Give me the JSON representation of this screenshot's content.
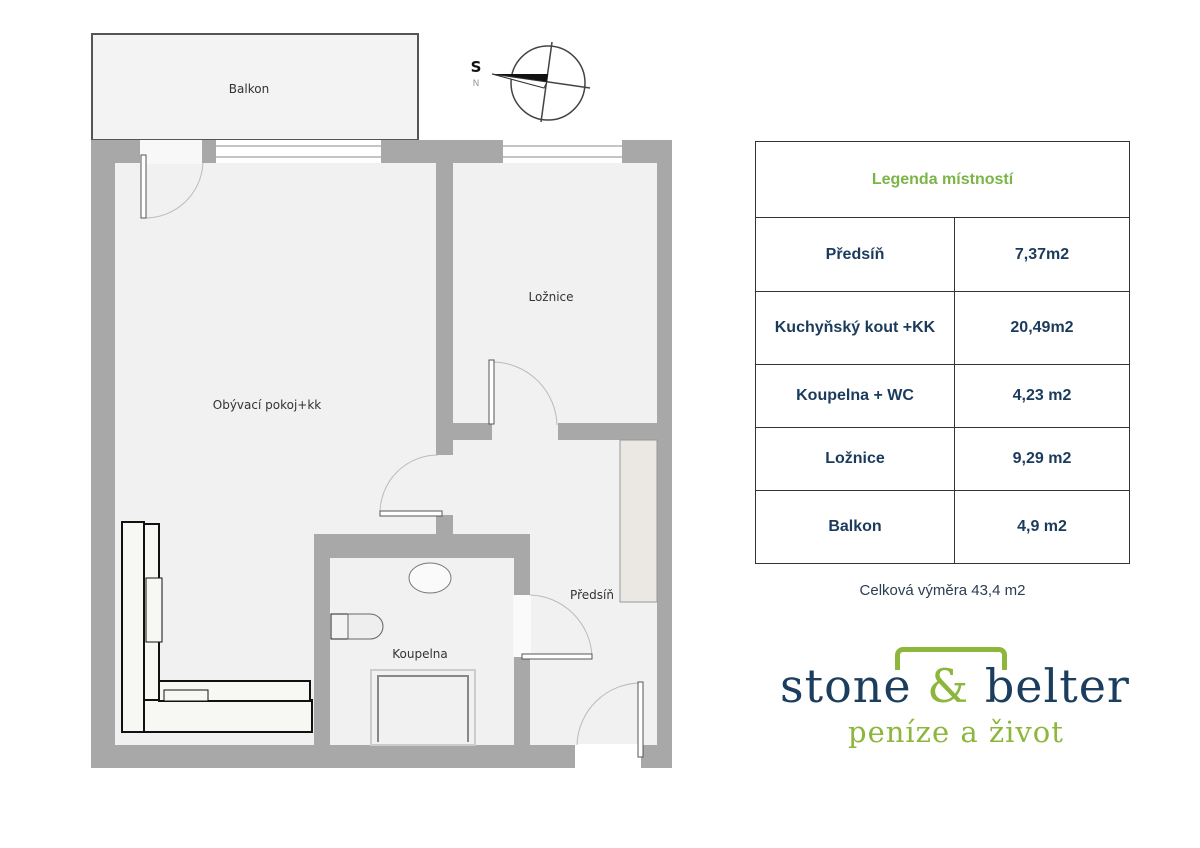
{
  "rooms": {
    "balkon": "Balkon",
    "obyvaci": "Obývací pokoj+kk",
    "loznice": "Ložnice",
    "koupelna": "Koupelna",
    "predsin": "Předsíň"
  },
  "compass": {
    "south": "S",
    "north": "N"
  },
  "legend": {
    "title": "Legenda místností",
    "rows": [
      {
        "room": "Předsíň",
        "area": "7,37m2"
      },
      {
        "room": "Kuchyňský kout +KK",
        "area": "20,49m2"
      },
      {
        "room": "Koupelna + WC",
        "area": "4,23 m2"
      },
      {
        "room": "Ložnice",
        "area": "9,29 m2"
      },
      {
        "room": "Balkon",
        "area": "4,9 m2"
      }
    ],
    "total": "Celková výměra 43,4 m2"
  },
  "logo": {
    "name_part1": "stone",
    "ampersand": "&",
    "name_part2": "belter",
    "tagline": "peníze a život"
  },
  "colors": {
    "wall": "#a8a8a8",
    "floor": "#f1f1f1",
    "navy": "#1b3d5e",
    "green": "#8db63c"
  }
}
